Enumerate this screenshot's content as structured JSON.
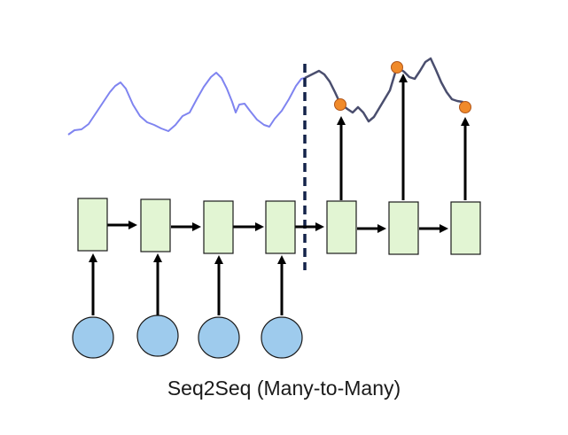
{
  "caption": "Seq2Seq (Many-to-Many)",
  "colors": {
    "background": "#ffffff",
    "rnn_cell_fill": "#e2f5d3",
    "rnn_cell_stroke": "#1a1a1a",
    "input_node_fill": "#9ecbed",
    "input_node_stroke": "#1a1a1a",
    "output_point_fill": "#f08a2a",
    "output_point_stroke": "#b0561a",
    "history_signal": "#7f84f0",
    "forecast_signal": "#4a4e6e",
    "split_line": "#14234a",
    "arrow": "#000000"
  },
  "encoder_steps": 4,
  "decoder_steps": 3
}
